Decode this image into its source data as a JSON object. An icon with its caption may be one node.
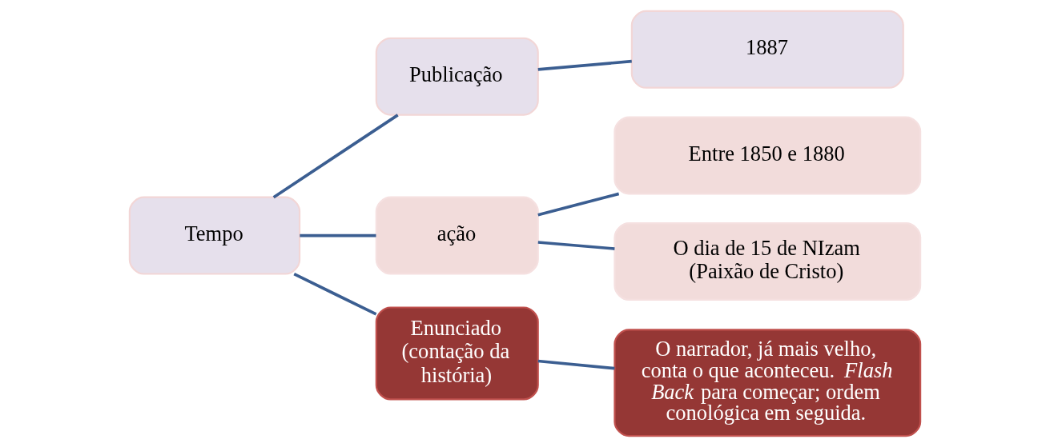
{
  "diagram": {
    "nodes": [
      {
        "text": [
          "Tempo"
        ]
      },
      {
        "text": [
          "Publicação"
        ]
      },
      {
        "text": [
          "1887"
        ]
      },
      {
        "text": [
          "ação"
        ]
      },
      {
        "text": [
          "Entre 1850 e 1880"
        ]
      },
      {
        "text": [
          "O dia de 15 de NIzam (Paixão de Cristo)"
        ]
      },
      {
        "text": [
          "Enunciado (contação da história)"
        ]
      },
      {
        "text": [
          "O narrador, já mais velho, conta o que aconteceu. *Flash Back* para começar; ordem conológica em seguida."
        ]
      }
    ],
    "edges": [
      {
        "from": 0,
        "to": 1,
        "arrow": "none"
      },
      {
        "from": 1,
        "to": 2,
        "arrow": "none"
      },
      {
        "from": 0,
        "to": 3,
        "arrow": "none"
      },
      {
        "from": 3,
        "to": 4,
        "arrow": "none"
      },
      {
        "from": 3,
        "to": 5,
        "arrow": "none"
      },
      {
        "from": 0,
        "to": 6,
        "arrow": "none"
      },
      {
        "from": 6,
        "to": 7,
        "arrow": "none"
      }
    ]
  }
}
